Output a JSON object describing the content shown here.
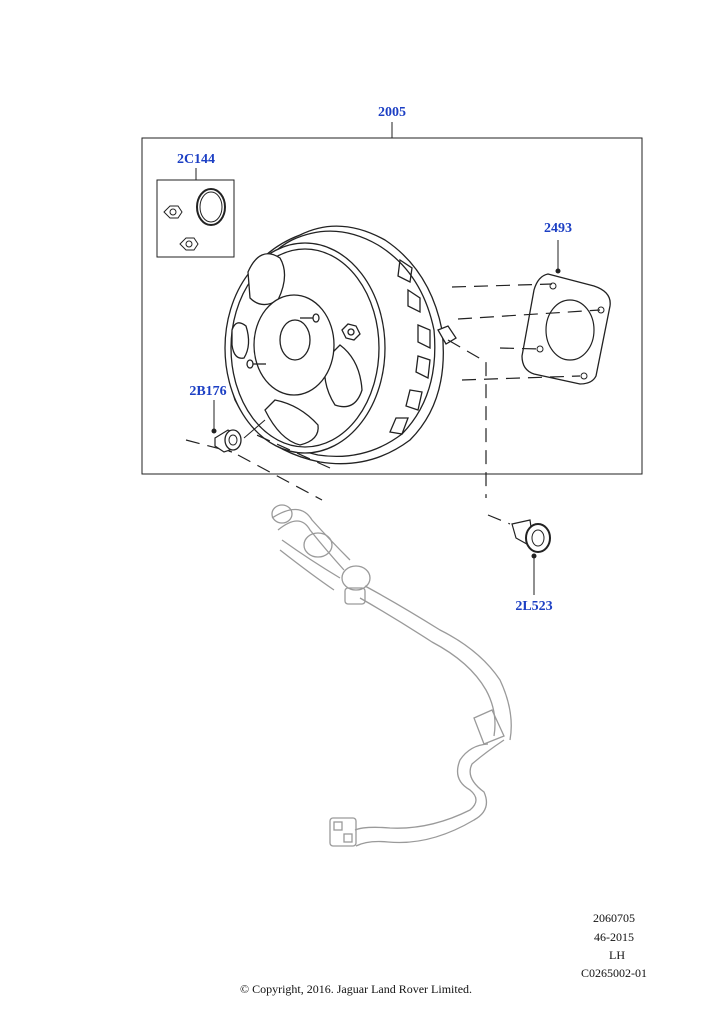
{
  "callouts": {
    "assembly": "2005",
    "seal_kit": "2C144",
    "gasket": "2493",
    "grommet": "2B176",
    "check_valve": "2L523"
  },
  "meta": {
    "line1": "2060705",
    "line2": "46-2015",
    "line3": "LH",
    "line4": "C0265002-01"
  },
  "copyright": "© Copyright, 2016. Jaguar Land Rover Limited.",
  "colors": {
    "callout": "#1c3fc4",
    "line": "#222222",
    "hose": "#9a9a9a"
  }
}
